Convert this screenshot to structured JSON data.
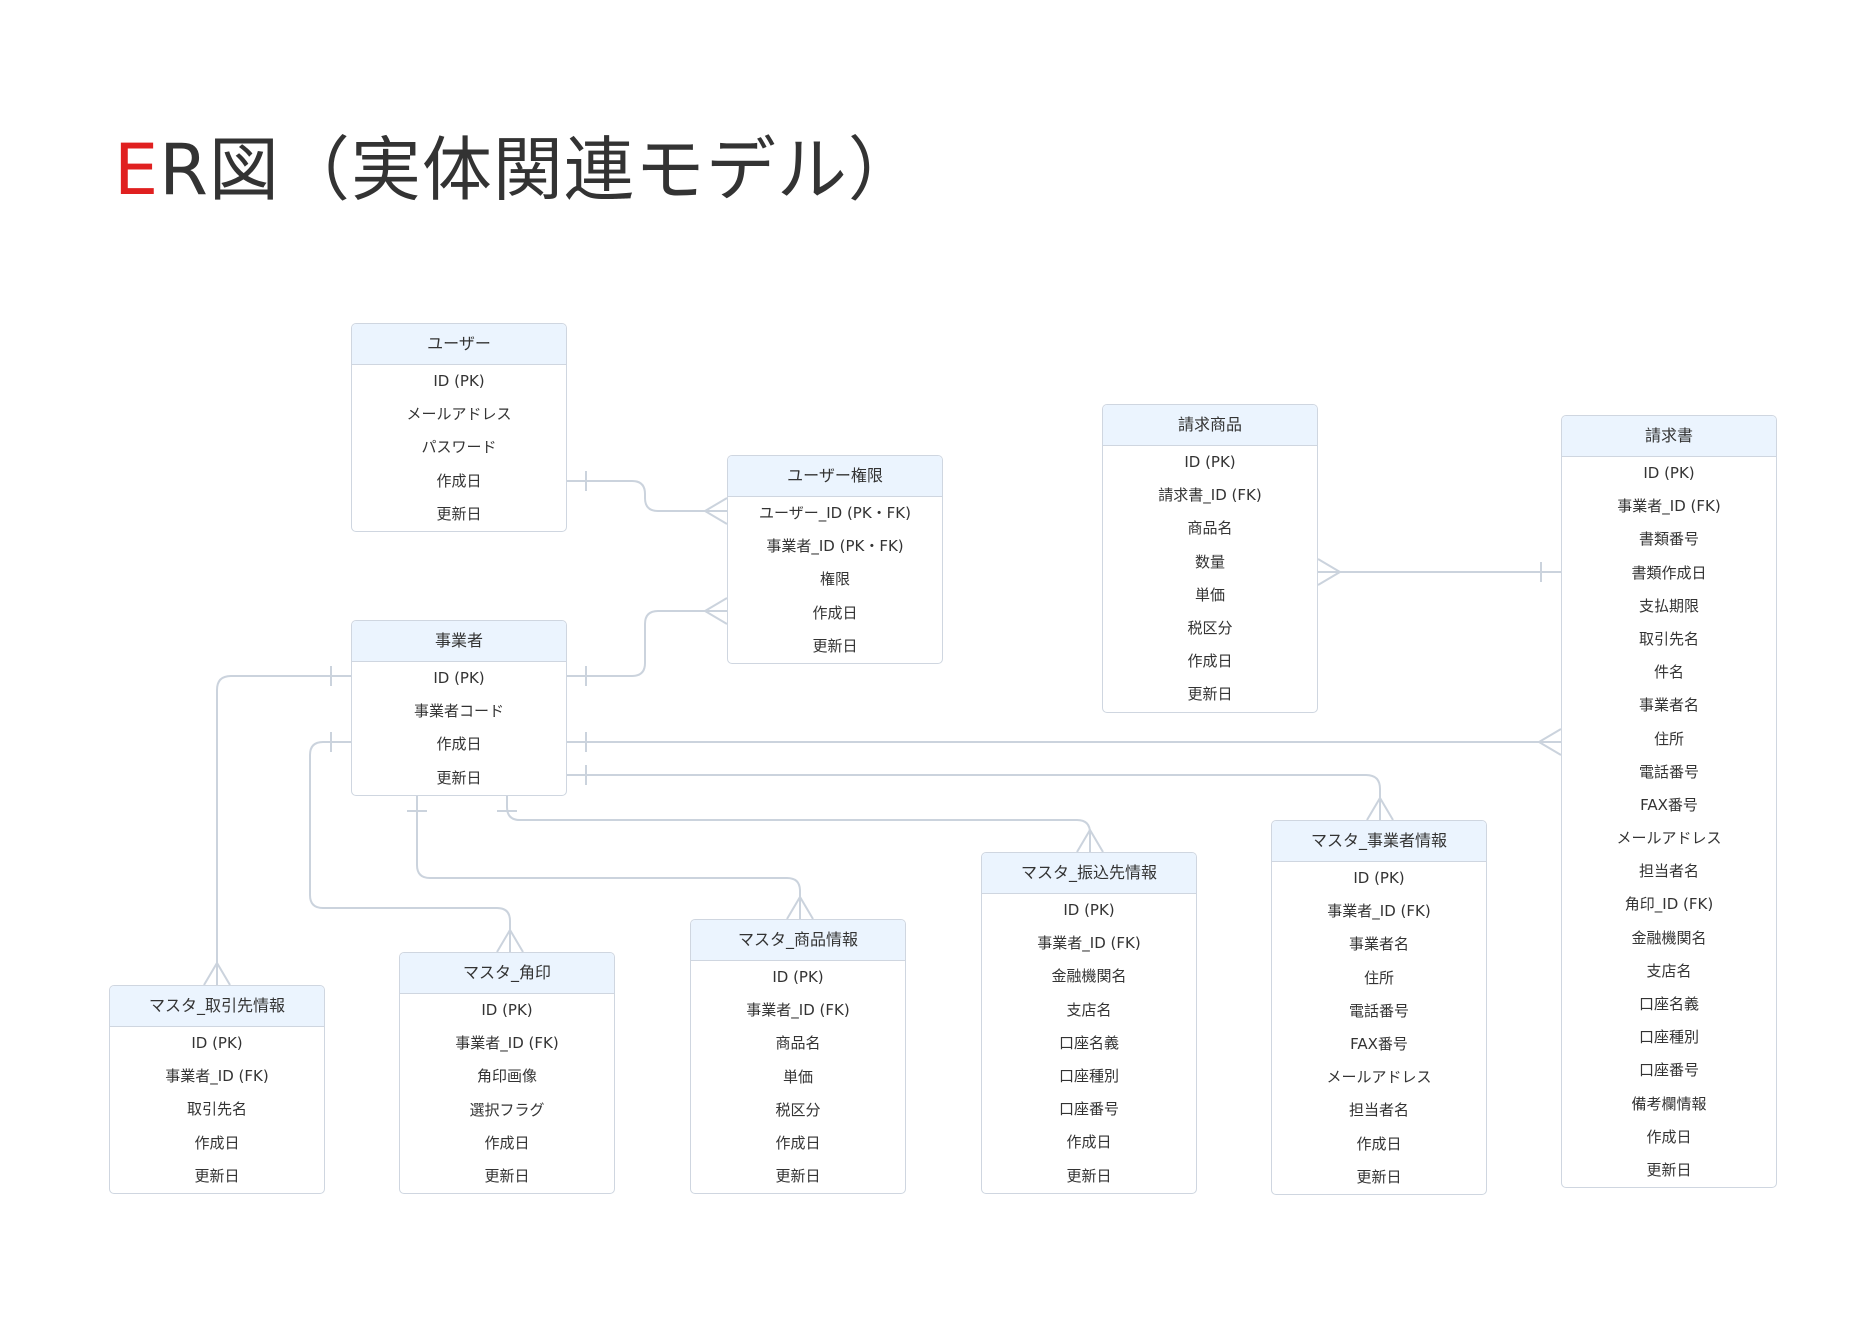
{
  "title": {
    "accent": "E",
    "rest": "R図（実体関連モデル）"
  },
  "colors": {
    "title_accent": "#e02020",
    "header_bg": "#ebf4fe",
    "border": "#cfd6e0",
    "link": "#cbd3dd",
    "text": "#333333"
  },
  "entities": {
    "user": {
      "name": "ユーザー",
      "attrs": [
        "ID (PK)",
        "メールアドレス",
        "パスワード",
        "作成日",
        "更新日"
      ]
    },
    "user_perm": {
      "name": "ユーザー権限",
      "attrs": [
        "ユーザー_ID (PK・FK)",
        "事業者_ID (PK・FK)",
        "権限",
        "作成日",
        "更新日"
      ]
    },
    "business": {
      "name": "事業者",
      "attrs": [
        "ID (PK)",
        "事業者コード",
        "作成日",
        "更新日"
      ]
    },
    "invoice_item": {
      "name": "請求商品",
      "attrs": [
        "ID (PK)",
        "請求書_ID (FK)",
        "商品名",
        "数量",
        "単価",
        "税区分",
        "作成日",
        "更新日"
      ]
    },
    "invoice": {
      "name": "請求書",
      "attrs": [
        "ID (PK)",
        "事業者_ID (FK)",
        "書類番号",
        "書類作成日",
        "支払期限",
        "取引先名",
        "件名",
        "事業者名",
        "住所",
        "電話番号",
        "FAX番号",
        "メールアドレス",
        "担当者名",
        "角印_ID (FK)",
        "金融機関名",
        "支店名",
        "口座名義",
        "口座種別",
        "口座番号",
        "備考欄情報",
        "作成日",
        "更新日"
      ]
    },
    "m_client": {
      "name": "マスタ_取引先情報",
      "attrs": [
        "ID (PK)",
        "事業者_ID (FK)",
        "取引先名",
        "作成日",
        "更新日"
      ]
    },
    "m_seal": {
      "name": "マスタ_角印",
      "attrs": [
        "ID (PK)",
        "事業者_ID (FK)",
        "角印画像",
        "選択フラグ",
        "作成日",
        "更新日"
      ]
    },
    "m_product": {
      "name": "マスタ_商品情報",
      "attrs": [
        "ID (PK)",
        "事業者_ID (FK)",
        "商品名",
        "単価",
        "税区分",
        "作成日",
        "更新日"
      ]
    },
    "m_bank": {
      "name": "マスタ_振込先情報",
      "attrs": [
        "ID (PK)",
        "事業者_ID (FK)",
        "金融機関名",
        "支店名",
        "口座名義",
        "口座種別",
        "口座番号",
        "作成日",
        "更新日"
      ]
    },
    "m_biz": {
      "name": "マスタ_事業者情報",
      "attrs": [
        "ID (PK)",
        "事業者_ID (FK)",
        "事業者名",
        "住所",
        "電話番号",
        "FAX番号",
        "メールアドレス",
        "担当者名",
        "作成日",
        "更新日"
      ]
    }
  },
  "relations": [
    {
      "from": "user",
      "to": "user_perm",
      "cardinality": "one-to-many"
    },
    {
      "from": "business",
      "to": "user_perm",
      "cardinality": "one-to-many"
    },
    {
      "from": "business",
      "to": "invoice",
      "cardinality": "one-to-many"
    },
    {
      "from": "business",
      "to": "m_client",
      "cardinality": "one-to-many"
    },
    {
      "from": "business",
      "to": "m_seal",
      "cardinality": "one-to-many"
    },
    {
      "from": "business",
      "to": "m_product",
      "cardinality": "one-to-many"
    },
    {
      "from": "business",
      "to": "m_bank",
      "cardinality": "one-to-many"
    },
    {
      "from": "business",
      "to": "m_biz",
      "cardinality": "one-to-many"
    },
    {
      "from": "invoice",
      "to": "invoice_item",
      "cardinality": "one-to-many"
    }
  ]
}
